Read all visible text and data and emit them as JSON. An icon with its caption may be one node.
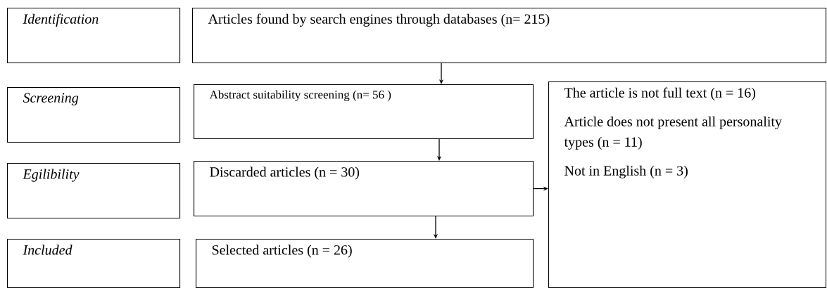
{
  "diagram": {
    "nodes": [
      {
        "text": [
          "Identification"
        ]
      },
      {
        "text": [
          "Articles found by search engines through databases (n= 215)"
        ]
      },
      {
        "text": [
          "Screening"
        ]
      },
      {
        "text": [
          "Abstract suitability screening (n= 56 )"
        ]
      },
      {
        "text": [
          "Egilibility"
        ]
      },
      {
        "text": [
          "Discarded articles (n = 30)"
        ]
      },
      {
        "text": [
          "Included"
        ]
      },
      {
        "text": [
          "Selected articles (n = 26)"
        ]
      },
      {
        "text": [
          "The article is not full text (n = 16)",
          "Article does not present all personality types (n = 11)",
          "Not in English (n = 3)"
        ]
      }
    ],
    "edges": [
      {
        "from": 1,
        "to": 3,
        "arrow": "to"
      },
      {
        "from": 3,
        "to": 5,
        "arrow": "to"
      },
      {
        "from": 5,
        "to": 7,
        "arrow": "to"
      },
      {
        "from": 5,
        "to": 8,
        "arrow": "to"
      }
    ]
  }
}
